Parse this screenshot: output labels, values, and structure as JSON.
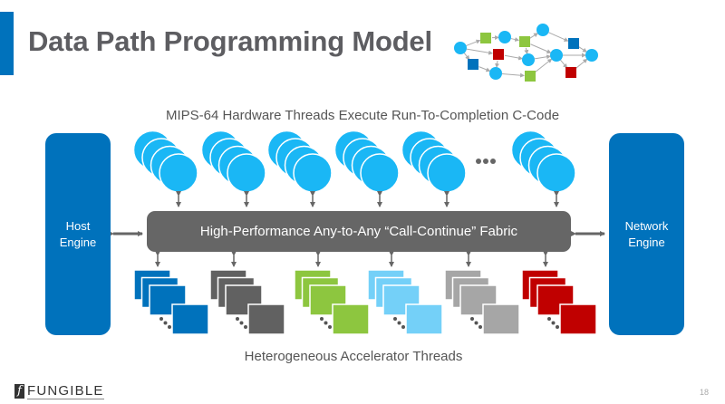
{
  "slide": {
    "title": "Data Path Programming Model",
    "page_number": "18",
    "accent_color": "#0072bc"
  },
  "top_caption": "MIPS-64 Hardware Threads Execute Run-To-Completion C-Code",
  "bottom_caption": "Heterogeneous Accelerator Threads",
  "host_engine": {
    "line1": "Host",
    "line2": "Engine"
  },
  "network_engine": {
    "line1": "Network",
    "line2": "Engine"
  },
  "fabric": {
    "label": "High-Performance Any-to-Any “Call-Continue” Fabric"
  },
  "hardware_threads": {
    "color": "#1ab7f5",
    "groups_shown": 6,
    "circles_per_group": 4,
    "ellipsis_after_group": 5,
    "ellipsis_icon": "ellipsis-icon"
  },
  "accelerator_threads": {
    "squares_per_group": 4,
    "groups": [
      {
        "name": "blue",
        "color": "#0072bc"
      },
      {
        "name": "dark-gray",
        "color": "#616161"
      },
      {
        "name": "green",
        "color": "#8dc63f"
      },
      {
        "name": "light-blue",
        "color": "#74d0f8"
      },
      {
        "name": "gray",
        "color": "#a6a6a6"
      },
      {
        "name": "red",
        "color": "#c00000"
      }
    ]
  },
  "graph_icon": {
    "circle_color": "#1ab7f5",
    "nodes": [
      {
        "id": "a",
        "shape": "circle"
      },
      {
        "id": "b",
        "shape": "square",
        "color": "#8dc63f"
      },
      {
        "id": "c",
        "shape": "circle"
      },
      {
        "id": "d",
        "shape": "square",
        "color": "#c00000"
      },
      {
        "id": "e",
        "shape": "square",
        "color": "#0072bc"
      },
      {
        "id": "f",
        "shape": "circle"
      },
      {
        "id": "g",
        "shape": "square",
        "color": "#8dc63f"
      },
      {
        "id": "h",
        "shape": "circle"
      },
      {
        "id": "i",
        "shape": "circle"
      },
      {
        "id": "j",
        "shape": "square",
        "color": "#8dc63f"
      },
      {
        "id": "k",
        "shape": "circle"
      },
      {
        "id": "l",
        "shape": "square",
        "color": "#0072bc"
      },
      {
        "id": "m",
        "shape": "square",
        "color": "#c00000"
      },
      {
        "id": "n",
        "shape": "circle"
      }
    ],
    "edges": [
      [
        "a",
        "b"
      ],
      [
        "b",
        "c"
      ],
      [
        "a",
        "d"
      ],
      [
        "a",
        "e"
      ],
      [
        "e",
        "f"
      ],
      [
        "d",
        "f"
      ],
      [
        "d",
        "i"
      ],
      [
        "c",
        "g"
      ],
      [
        "g",
        "h"
      ],
      [
        "g",
        "i"
      ],
      [
        "g",
        "k"
      ],
      [
        "f",
        "j"
      ],
      [
        "j",
        "k"
      ],
      [
        "i",
        "k"
      ],
      [
        "h",
        "l"
      ],
      [
        "l",
        "n"
      ],
      [
        "k",
        "n"
      ],
      [
        "k",
        "m"
      ],
      [
        "m",
        "n"
      ]
    ]
  },
  "footer": {
    "logo_mark": "f",
    "logo_text": "FUNGIBLE"
  }
}
